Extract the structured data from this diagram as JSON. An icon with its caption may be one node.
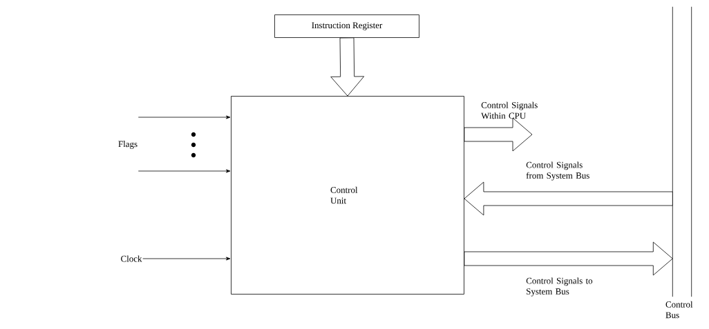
{
  "diagram": {
    "nodes": [
      {
        "text": [
          "Instruction Register"
        ]
      },
      {
        "text": [
          "Control Unit"
        ]
      },
      {
        "text": [
          "Flags"
        ]
      },
      {
        "text": [
          "Clock"
        ]
      },
      {
        "text": [
          "Control Bus"
        ]
      }
    ],
    "edges": [
      {
        "from": 0,
        "to": 1,
        "arrow": "to",
        "style": "thick"
      },
      {
        "from": 2,
        "to": 1,
        "arrow": "to"
      },
      {
        "from": 2,
        "to": 1,
        "arrow": "to"
      },
      {
        "from": 3,
        "to": 1,
        "arrow": "to"
      },
      {
        "from": 1,
        "to": null,
        "arrow": "to",
        "style": "thick",
        "label": "Control Signals Within CPU"
      },
      {
        "from": 4,
        "to": 1,
        "arrow": "to",
        "style": "thick",
        "label": "Control Signals from System Bus"
      },
      {
        "from": 1,
        "to": 4,
        "arrow": "to",
        "style": "thick",
        "label": "Control Signals to System Bus"
      }
    ]
  }
}
